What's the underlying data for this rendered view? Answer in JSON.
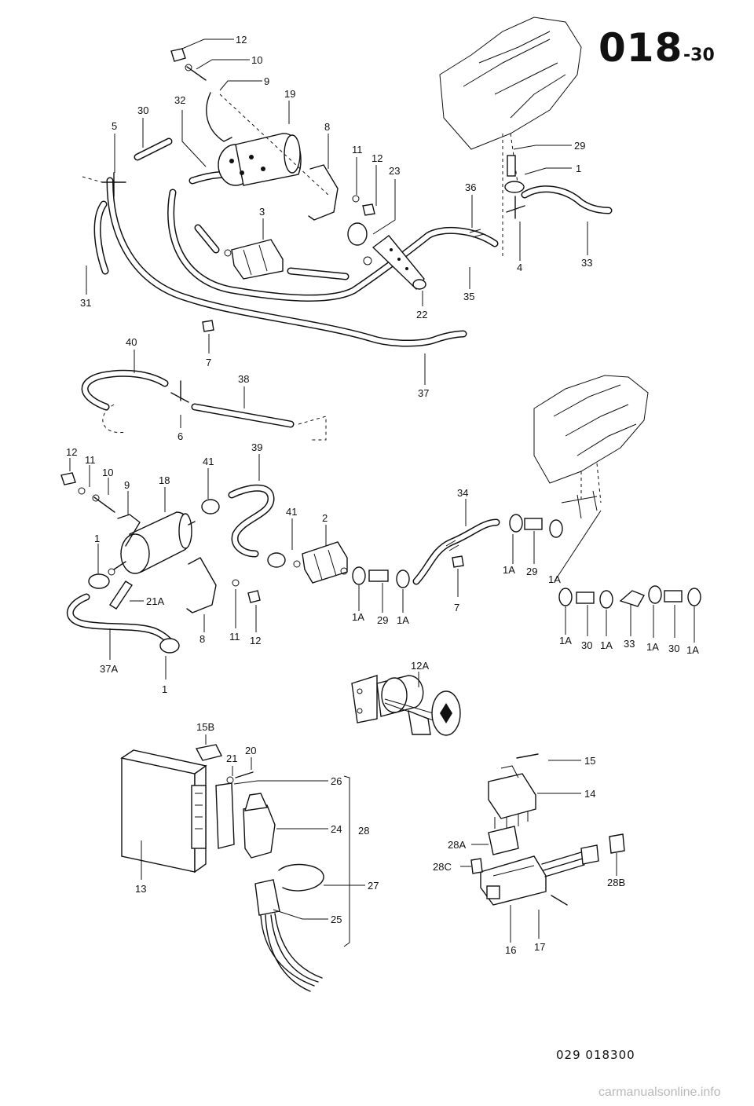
{
  "header": {
    "group_number": "018",
    "section_number": "-30"
  },
  "footer": {
    "drawing_number": "029  018300",
    "watermark": "carmanualsonline.info"
  },
  "callouts": {
    "top": {
      "c12": "12",
      "c10": "10",
      "c9": "9",
      "c19": "19",
      "c32": "32",
      "c30": "30",
      "c5": "5",
      "c8": "8",
      "c11": "11",
      "c12b": "12",
      "c23": "23",
      "c36": "36",
      "c29": "29",
      "c1": "1",
      "c3": "3",
      "c4": "4",
      "c33": "33",
      "c31": "31",
      "c35": "35",
      "c22": "22",
      "c7": "7",
      "c40": "40",
      "c37": "37",
      "c38": "38",
      "c6": "6"
    },
    "middle": {
      "c12": "12",
      "c11": "11",
      "c10": "10",
      "c9": "9",
      "c18": "18",
      "c41a": "41",
      "c39": "39",
      "c41b": "41",
      "c2": "2",
      "c34": "34",
      "c1a": "1",
      "c21A": "21A",
      "c8": "8",
      "c11b": "11",
      "c12b": "12",
      "c37A": "37A",
      "c1b": "1",
      "c1A_a": "1A",
      "c29a": "29",
      "c1A_b": "1A",
      "c7": "7",
      "c1A_c": "1A",
      "c29b": "29",
      "c1A_d": "1A",
      "c1A_e": "1A",
      "c30a": "30",
      "c1A_f": "1A",
      "c33": "33",
      "c1A_g": "1A",
      "c30b": "30",
      "c1A_h": "1A",
      "c12A": "12A"
    },
    "bottom": {
      "c15B": "15B",
      "c20": "20",
      "c21": "21",
      "c26": "26",
      "c24": "24",
      "c28": "28",
      "c13": "13",
      "c27": "27",
      "c25": "25",
      "c15": "15",
      "c14": "14",
      "c28A": "28A",
      "c28C": "28C",
      "c28B": "28B",
      "c16": "16",
      "c17": "17"
    }
  }
}
